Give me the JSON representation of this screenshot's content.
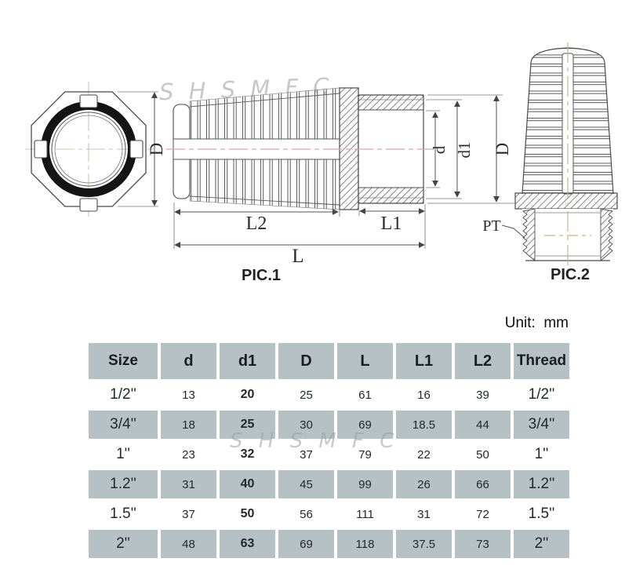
{
  "unit_label": "Unit:  mm",
  "watermarks": {
    "top": "S H S M F C",
    "table": "S H S M F C"
  },
  "drawings": {
    "front_view": {
      "dim_D": "D"
    },
    "pic1": {
      "caption": "PIC.1",
      "dim_d": "d",
      "dim_d1": "d1",
      "dim_D": "D",
      "dim_L": "L",
      "dim_L1": "L1",
      "dim_L2": "L2"
    },
    "pic2": {
      "caption": "PIC.2",
      "thread_label": "PT"
    }
  },
  "table": {
    "headers": [
      "Size",
      "d",
      "d1",
      "D",
      "L",
      "L1",
      "L2",
      "Thread"
    ],
    "rows": [
      [
        "1/2''",
        "13",
        "20",
        "25",
        "61",
        "16",
        "39",
        "1/2''"
      ],
      [
        "3/4''",
        "18",
        "25",
        "30",
        "69",
        "18.5",
        "44",
        "3/4''"
      ],
      [
        "1''",
        "23",
        "32",
        "37",
        "79",
        "22",
        "50",
        "1''"
      ],
      [
        "1.2''",
        "31",
        "40",
        "45",
        "99",
        "26",
        "66",
        "1.2''"
      ],
      [
        "1.5''",
        "37",
        "50",
        "56",
        "111",
        "31",
        "72",
        "1.5''"
      ],
      [
        "2''",
        "48",
        "63",
        "69",
        "118",
        "37.5",
        "73",
        "2''"
      ]
    ]
  },
  "colors": {
    "cell_gray": "#b6c1c6",
    "centerline_pink": "#d9a6a6",
    "centerline_tan": "#cdb189",
    "drawing_line": "#4a4a4a",
    "watermark": "#c8c8c8"
  }
}
